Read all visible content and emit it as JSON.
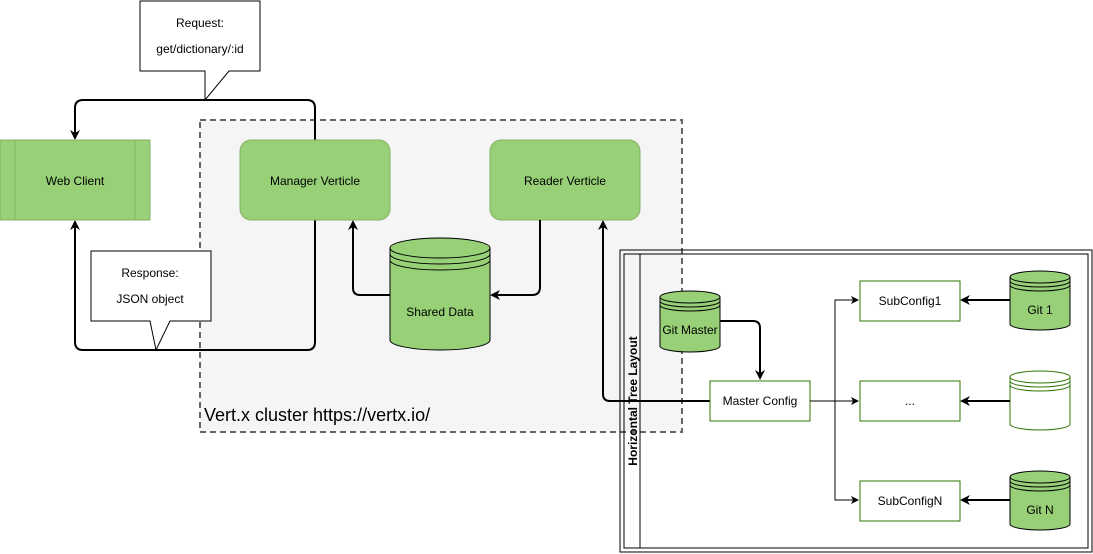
{
  "request_callout": {
    "line1": "Request:",
    "line2": "get/dictionary/:id"
  },
  "response_callout": {
    "line1": "Response:",
    "line2": "JSON object"
  },
  "nodes": {
    "web_client": "Web Client",
    "manager_verticle": "Manager Verticle",
    "reader_verticle": "Reader Verticle",
    "shared_data": "Shared Data",
    "git_master": "Git Master",
    "master_config": "Master Config",
    "subconfig_1": "SubConfig1",
    "subconfig_ellipsis": "...",
    "subconfig_n": "SubConfigN",
    "git_1": "Git 1",
    "git_n": "Git N"
  },
  "cluster_label": "Vert.x cluster https://vertx.io/",
  "tree_layout_label": "Horizontal Tree Layout",
  "colors": {
    "green_fill": "#97d077",
    "green_stroke": "#82b366",
    "dark_green": "#2d7600",
    "cluster_fill": "#f5f5f5",
    "cluster_stroke": "#666666"
  }
}
